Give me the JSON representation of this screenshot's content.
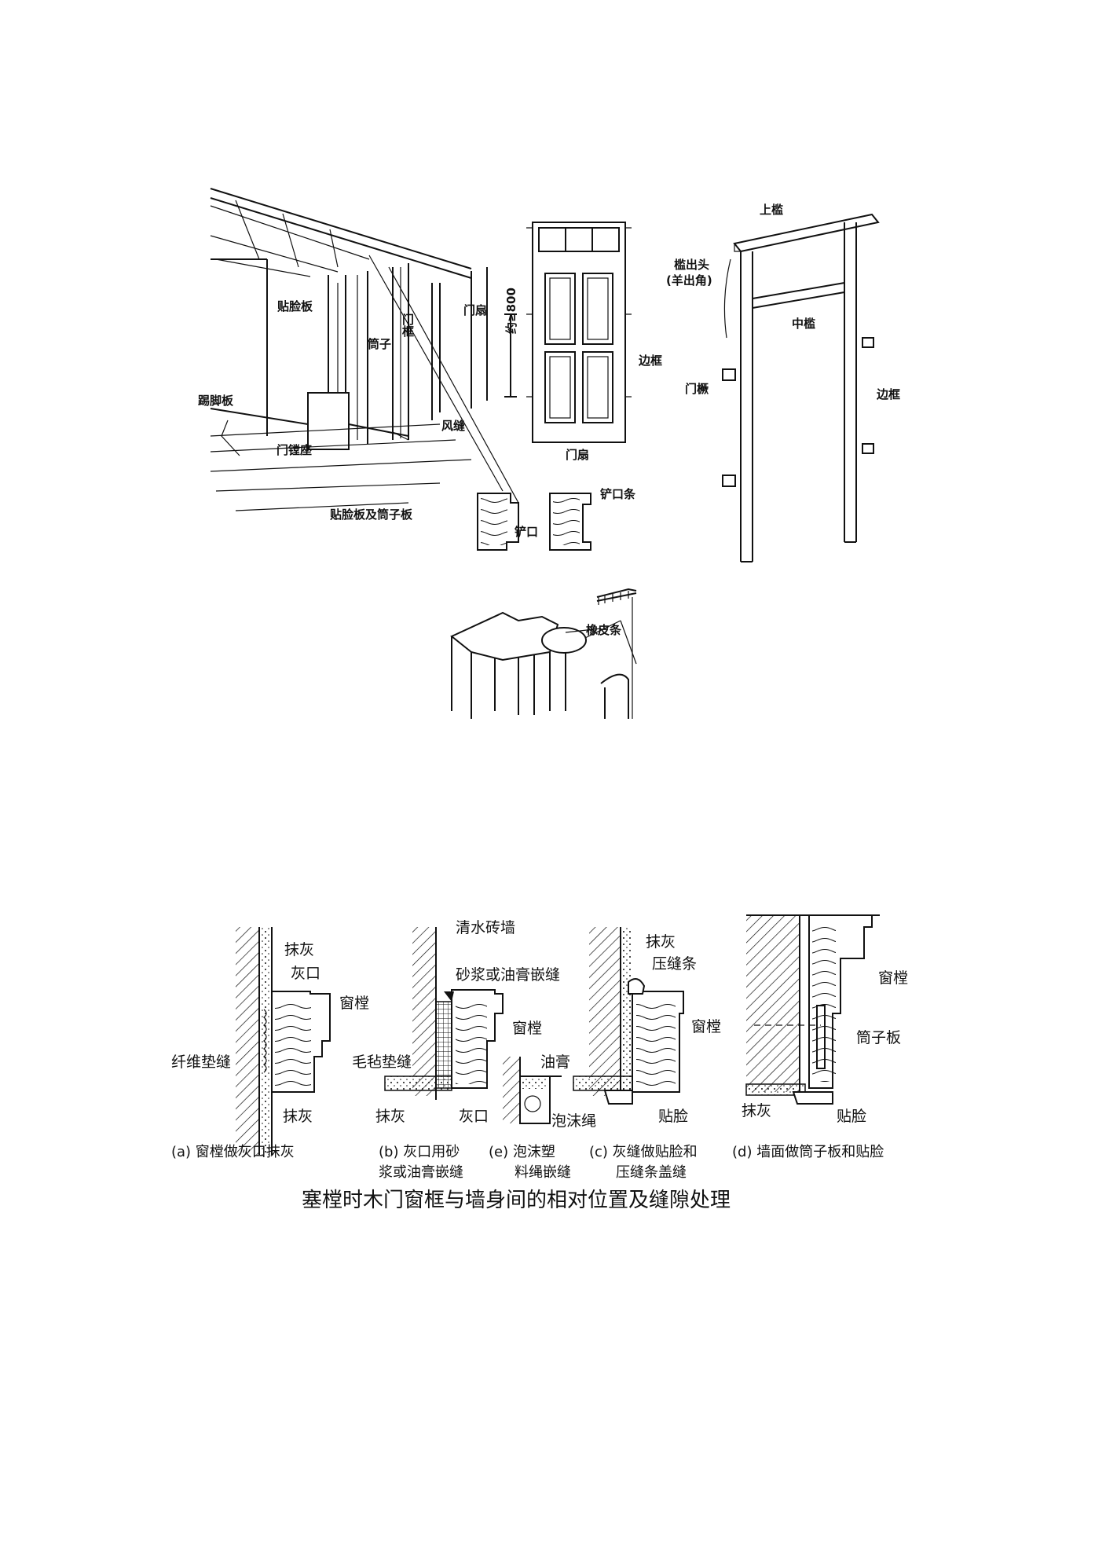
{
  "top": {
    "perspective": {
      "caption": "贴脸板及筒子板",
      "labels": {
        "tielianban": "贴脸板",
        "tongzi": "筒子",
        "menkuang": "门\n框",
        "menshan": "门扇",
        "tijiaoban": "踢脚板",
        "fengfeng": "风缝",
        "menzhuozuo": "门镗座"
      }
    },
    "door": {
      "caption": "门扇",
      "dimension": "约≥800",
      "side_label": "边框"
    },
    "frame": {
      "labels": {
        "shangkan": "上槛",
        "kanchutou": "槛出头",
        "yangchujiao": "(羊出角)",
        "zhongkan": "中槛",
        "menjue": "门橛",
        "biankuang": "边框"
      }
    },
    "sections": {
      "chankou": "铲口",
      "chankoutiao": "铲口条"
    },
    "rubber": {
      "label": "橡皮条"
    }
  },
  "bottom": {
    "title": "塞樘时木门窗框与墙身间的相对位置及缝隙处理",
    "a": {
      "labels": [
        "抹灰",
        "灰口",
        "窗樘",
        "纤维垫缝",
        "抹灰"
      ],
      "caption": "(a) 窗樘做灰口抹灰"
    },
    "b": {
      "labels": [
        "清水砖墙",
        "砂浆或油膏嵌缝",
        "窗樘",
        "毛毡垫缝",
        "抹灰",
        "灰口"
      ],
      "caption_line1": "(b) 灰口用砂",
      "caption_line2": "浆或油膏嵌缝"
    },
    "e": {
      "labels": [
        "油膏",
        "泡沫绳"
      ],
      "caption_line1": "(e) 泡沫塑",
      "caption_line2": "料绳嵌缝"
    },
    "c": {
      "labels": [
        "抹灰",
        "压缝条",
        "窗樘",
        "贴脸"
      ],
      "caption_line1": "(c) 灰缝做贴脸和",
      "caption_line2": "压缝条盖缝"
    },
    "d": {
      "labels": [
        "窗樘",
        "筒子板",
        "抹灰",
        "贴脸"
      ],
      "caption": "(d) 墙面做筒子板和贴脸"
    }
  }
}
